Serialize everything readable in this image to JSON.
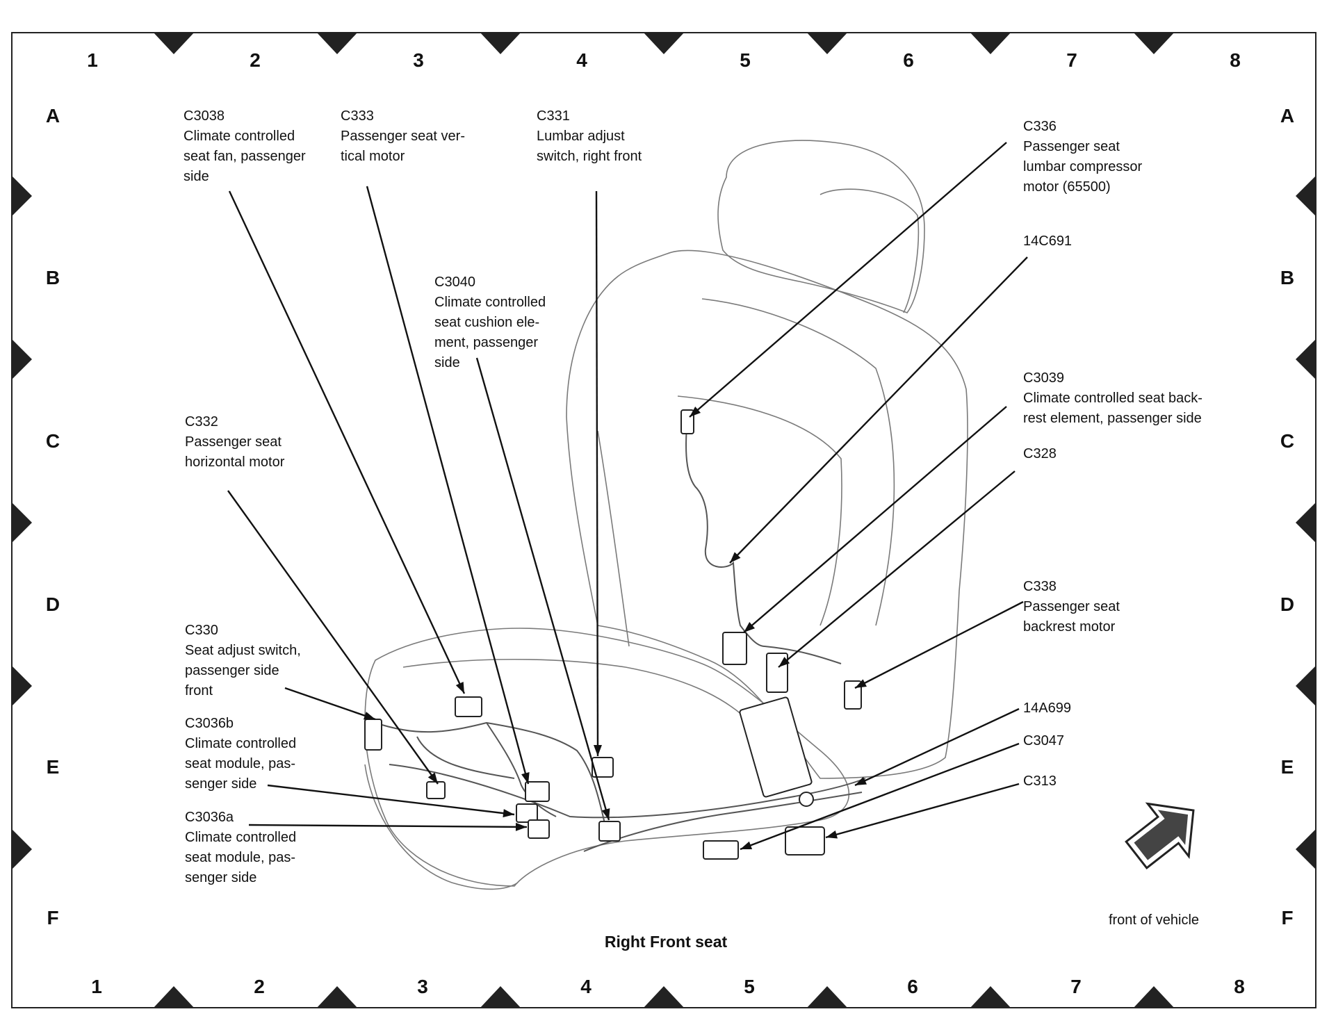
{
  "grid": {
    "columns": [
      "1",
      "2",
      "3",
      "4",
      "5",
      "6",
      "7",
      "8"
    ],
    "rows": [
      "A",
      "B",
      "C",
      "D",
      "E",
      "F"
    ]
  },
  "callouts": [
    {
      "code": "C3038",
      "lines": [
        "Climate controlled",
        "seat fan, passenger",
        "side"
      ]
    },
    {
      "code": "C333",
      "lines": [
        "Passenger seat ver-",
        "tical motor"
      ]
    },
    {
      "code": "C331",
      "lines": [
        "Lumbar adjust",
        "switch, right front"
      ]
    },
    {
      "code": "C336",
      "lines": [
        "Passenger seat",
        "lumbar compressor",
        "motor (65500)"
      ]
    },
    {
      "code": "14C691",
      "lines": []
    },
    {
      "code": "C3040",
      "lines": [
        "Climate controlled",
        "seat cushion ele-",
        "ment, passenger",
        "side"
      ]
    },
    {
      "code": "C3039",
      "lines": [
        "Climate controlled seat back-",
        "rest element, passenger side"
      ]
    },
    {
      "code": "C332",
      "lines": [
        "Passenger seat",
        "horizontal motor"
      ]
    },
    {
      "code": "C328",
      "lines": []
    },
    {
      "code": "C338",
      "lines": [
        "Passenger seat",
        "backrest motor"
      ]
    },
    {
      "code": "C330",
      "lines": [
        "Seat adjust switch,",
        "passenger side",
        "front"
      ]
    },
    {
      "code": "14A699",
      "lines": []
    },
    {
      "code": "C3036b",
      "lines": [
        "Climate controlled",
        "seat module, pas-",
        "senger side"
      ]
    },
    {
      "code": "C3047",
      "lines": []
    },
    {
      "code": "C313",
      "lines": []
    },
    {
      "code": "C3036a",
      "lines": [
        "Climate controlled",
        "seat module, pas-",
        "senger side"
      ]
    }
  ],
  "title": "Right Front seat",
  "front_label": "front of vehicle",
  "colors": {
    "line": "#111111",
    "seat": "#777777",
    "border": "#222222"
  }
}
